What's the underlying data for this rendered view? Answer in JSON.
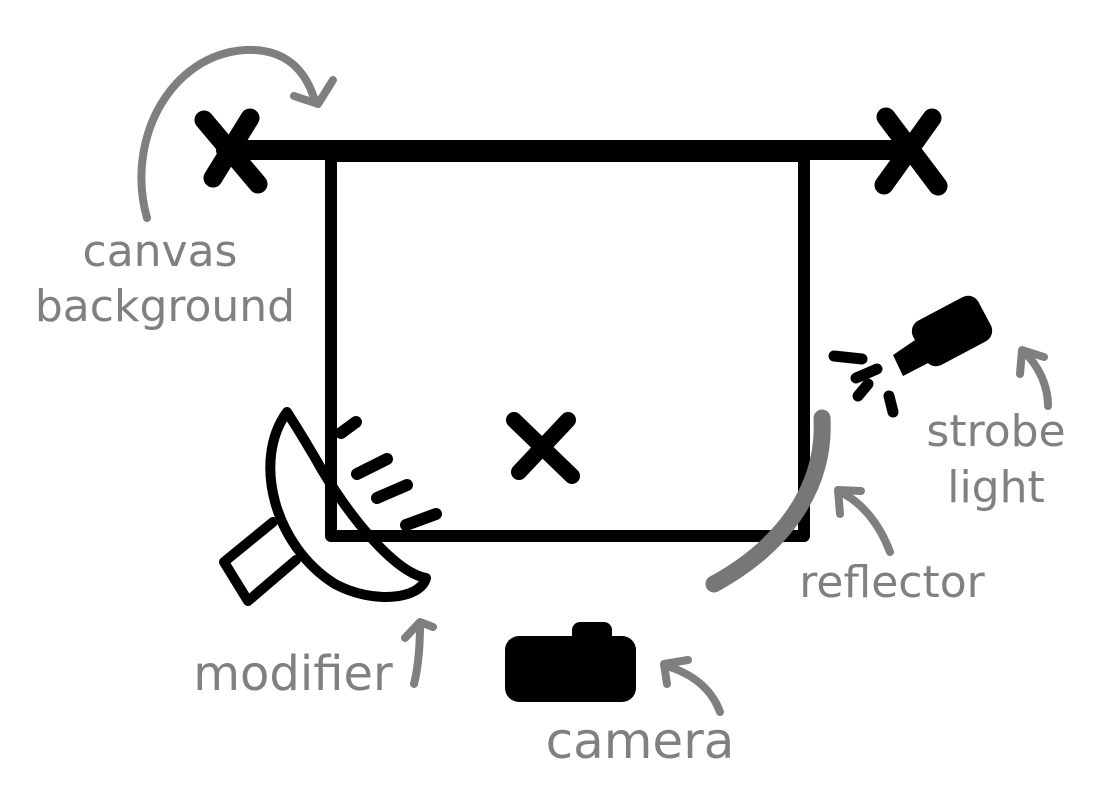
{
  "labels": {
    "canvas_line1": "canvas",
    "canvas_line2": "background",
    "strobe_line1": "strobe",
    "strobe_line2": "light",
    "reflector": "reflector",
    "modifier": "modifier",
    "camera": "camera"
  },
  "colors": {
    "ink": "#000000",
    "label_grey": "#808080",
    "arrow_grey": "#7f7f7f",
    "background": "#ffffff"
  }
}
